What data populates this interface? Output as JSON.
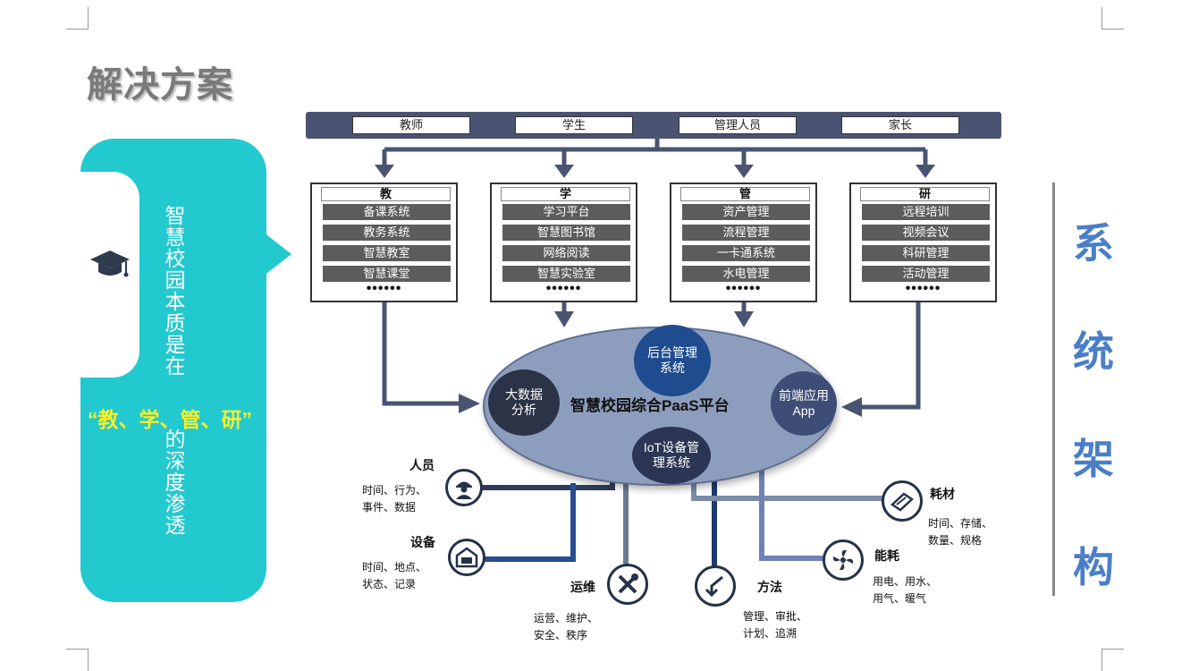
{
  "title": "解决方案",
  "left_panel": {
    "text_part1": "智慧校园本质是在",
    "highlight": "“教、学、管、研”",
    "text_part2": "的深度渗透"
  },
  "roles": [
    "教师",
    "学生",
    "管理人员",
    "家长"
  ],
  "columns": [
    {
      "head": "教",
      "items": [
        "备课系统",
        "教务系统",
        "智慧教室",
        "智慧课堂"
      ],
      "more": "••••••"
    },
    {
      "head": "学",
      "items": [
        "学习平台",
        "智慧图书馆",
        "网络阅读",
        "智慧实验室"
      ],
      "more": "••••••"
    },
    {
      "head": "管",
      "items": [
        "资产管理",
        "流程管理",
        "一卡通系统",
        "水电管理"
      ],
      "more": "••••••"
    },
    {
      "head": "研",
      "items": [
        "远程培训",
        "视频会议",
        "科研管理",
        "活动管理"
      ],
      "more": "••••••"
    }
  ],
  "platform": {
    "center": "智慧校园综合PaaS平台",
    "top": "后台管理系统",
    "left": "大数据分析",
    "right": "前端应用App",
    "bottom": "IoT设备管理系统"
  },
  "bottom_items": [
    {
      "label": "人员",
      "desc": [
        "时间、行为、",
        "事件、数据"
      ],
      "icon": "worker-icon"
    },
    {
      "label": "设备",
      "desc": [
        "时间、地点、",
        "状态、记录"
      ],
      "icon": "device-icon"
    },
    {
      "label": "运维",
      "desc": [
        "运营、维护、",
        "安全、秩序"
      ],
      "icon": "tools-icon"
    },
    {
      "label": "方法",
      "desc": [
        "管理、审批、",
        "计划、追溯"
      ],
      "icon": "method-icon"
    },
    {
      "label": "能耗",
      "desc": [
        "用电、用水、",
        "用气、暖气"
      ],
      "icon": "fan-icon"
    },
    {
      "label": "耗材",
      "desc": [
        "时间、存储、",
        "数量、规格"
      ],
      "icon": "consumable-icon"
    }
  ],
  "side_title": [
    "系",
    "统",
    "架",
    "构"
  ],
  "colors": {
    "accent": "#22c9cf",
    "bar": "#4a5472",
    "side": "#4a7fc7",
    "highlight": "#f8ee2a"
  }
}
